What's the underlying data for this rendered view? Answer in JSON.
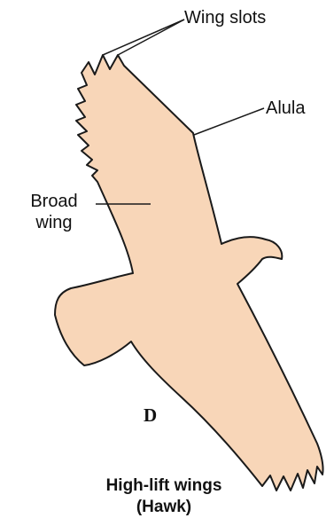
{
  "labels": {
    "wing_slots": "Wing slots",
    "alula": "Alula",
    "broad_wing_line1": "Broad",
    "broad_wing_line2": "wing",
    "panel_letter": "D"
  },
  "caption": {
    "line1": "High-lift wings",
    "line2": "(Hawk)"
  },
  "colors": {
    "body_fill": "#f8d6b8",
    "outline": "#1a1a1a",
    "leader": "#1a1a1a"
  }
}
